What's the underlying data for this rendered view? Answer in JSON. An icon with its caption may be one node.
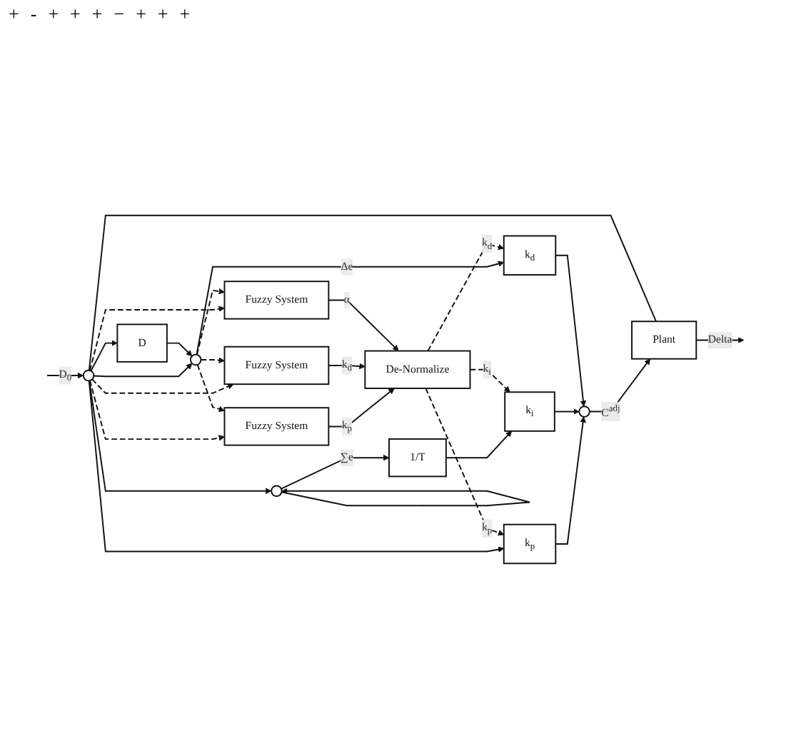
{
  "diagram": {
    "nodes": [
      {
        "text": [],
        "shape": "circle"
      },
      {
        "text": [],
        "shape": "circle"
      },
      {
        "text": [
          "1/T"
        ]
      },
      {
        "text": [],
        "shape": "circle"
      },
      {
        "text": [
          "D"
        ]
      },
      {
        "text": [
          "k$_{p}$"
        ]
      },
      {
        "text": [
          "k$_{i}$"
        ]
      },
      {
        "text": [
          "k$_{d}$"
        ]
      },
      {
        "text": [],
        "shape": "circle"
      },
      {
        "text": [
          "Plant"
        ]
      },
      {
        "text": [
          "Fuzzy System"
        ]
      },
      {
        "text": [
          "Fuzzy System"
        ]
      },
      {
        "text": [
          "Fuzzy System"
        ]
      },
      {
        "text": [
          "De-Normalize"
        ]
      }
    ],
    "edges": [
      {
        "from": null,
        "to": 0,
        "arrow": "to",
        "label": "D$_{0}$"
      },
      {
        "from": 0,
        "to": 1,
        "arrow": "to"
      },
      {
        "from": 0,
        "to": 5,
        "arrow": "to"
      },
      {
        "from": 0,
        "to": 3,
        "arrow": "to"
      },
      {
        "from": 0,
        "to": 4,
        "arrow": "to"
      },
      {
        "from": 1,
        "to": 2,
        "arrow": "to",
        "label": "∑e"
      },
      {
        "from": 1,
        "to": 1,
        "arrow": "to"
      },
      {
        "from": 4,
        "to": 3,
        "arrow": "to"
      },
      {
        "from": 2,
        "to": 6,
        "arrow": "to"
      },
      {
        "from": 3,
        "to": 7,
        "arrow": "to",
        "label": "Δe"
      },
      {
        "from": 5,
        "to": 8,
        "arrow": "to"
      },
      {
        "from": 6,
        "to": 8,
        "arrow": "to"
      },
      {
        "from": 7,
        "to": 8,
        "arrow": "to"
      },
      {
        "from": 8,
        "to": 9,
        "arrow": "to",
        "label": "C$^{adj}$"
      },
      {
        "from": 9,
        "to": null,
        "arrow": "to",
        "label": "Delta"
      },
      {
        "from": 9,
        "to": 0,
        "arrow": "none"
      },
      {
        "from": 0,
        "to": 10,
        "arrow": "to",
        "style": "dashed"
      },
      {
        "from": 0,
        "to": 11,
        "arrow": "to",
        "style": "dashed"
      },
      {
        "from": 0,
        "to": 12,
        "arrow": "to",
        "style": "dashed"
      },
      {
        "from": 3,
        "to": 10,
        "arrow": "to",
        "style": "dashed"
      },
      {
        "from": 3,
        "to": 11,
        "arrow": "to",
        "style": "dashed"
      },
      {
        "from": 3,
        "to": 12,
        "arrow": "to",
        "style": "dashed"
      },
      {
        "from": 10,
        "to": 13,
        "arrow": "to",
        "label": "k$_{p}$"
      },
      {
        "from": 11,
        "to": 13,
        "arrow": "to",
        "label": "k$_{d}$"
      },
      {
        "from": 12,
        "to": 13,
        "arrow": "to",
        "label": "α"
      },
      {
        "from": 13,
        "to": 5,
        "arrow": "to",
        "style": "dashed",
        "label": "k$_{p}$"
      },
      {
        "from": 13,
        "to": 7,
        "arrow": "to",
        "style": "dashed",
        "label": "k$_{d}$"
      },
      {
        "from": 13,
        "to": 6,
        "arrow": "to",
        "style": "dashed",
        "label": "k$_{i}$"
      }
    ],
    "labels": [
      "+",
      "-",
      "+",
      "+",
      "+",
      "−",
      "+",
      "+",
      "+"
    ]
  }
}
